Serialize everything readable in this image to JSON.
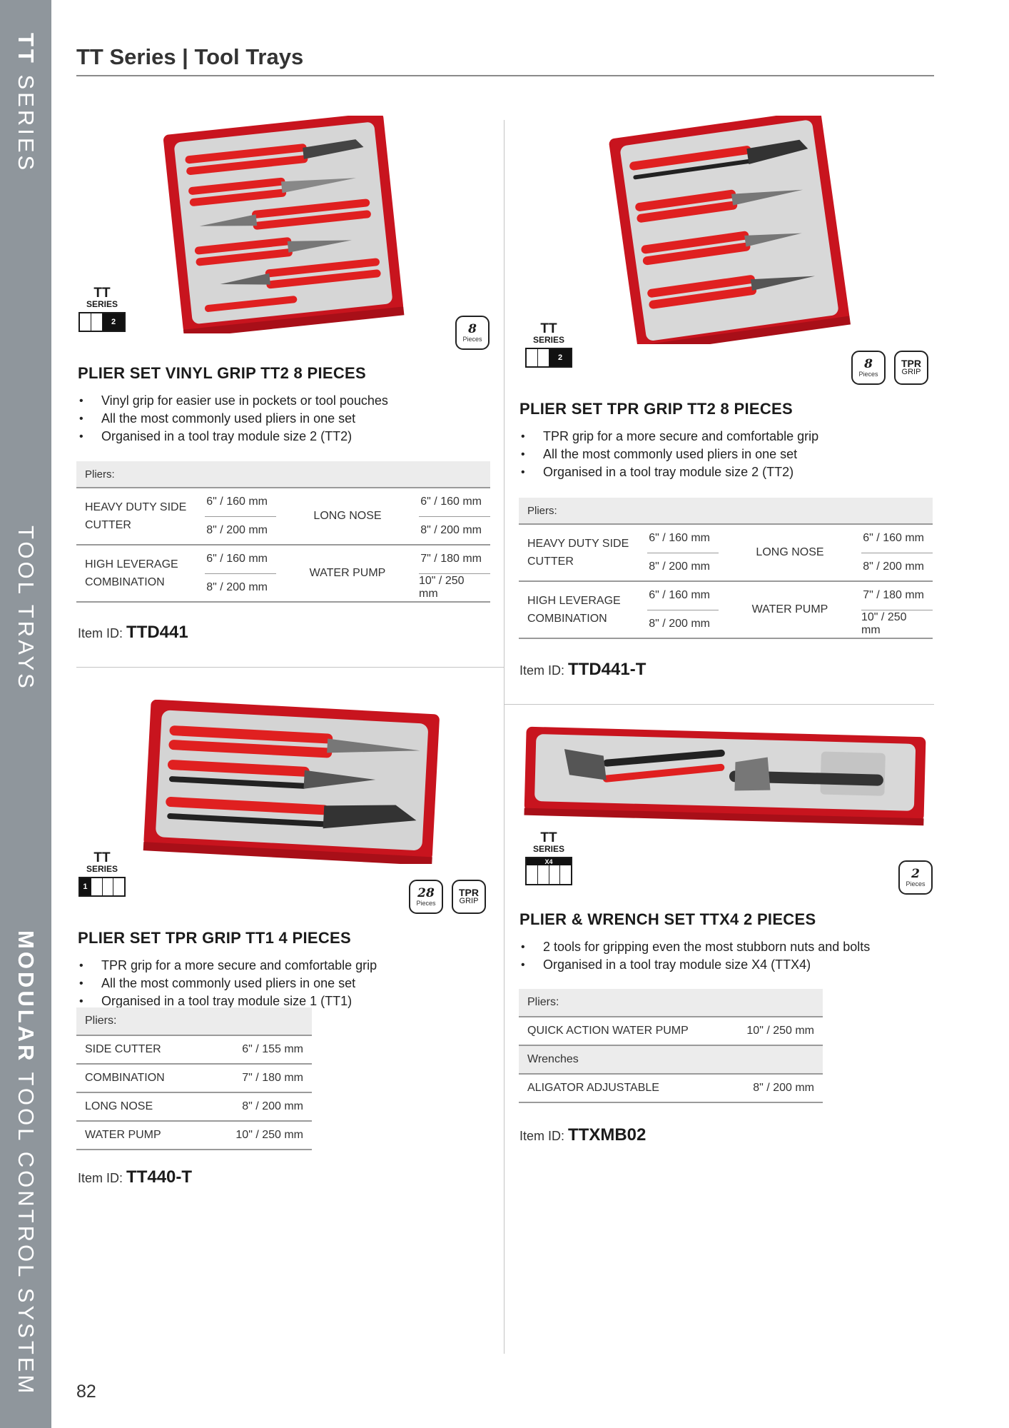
{
  "sideband": {
    "segments": [
      {
        "bold": "TT",
        "regular": " SERIES"
      },
      {
        "bold": "",
        "regular": "TOOL TRAYS"
      },
      {
        "bold": "MODULAR",
        "regular": " TOOL CONTROL SYSTEM"
      }
    ]
  },
  "page": {
    "title": "TT Series | Tool Trays",
    "number": "82"
  },
  "products": [
    {
      "badge": {
        "tt": "TT",
        "series": "SERIES",
        "size": "2"
      },
      "pieces": {
        "num": "8",
        "label": "Pieces"
      },
      "title": "PLIER SET VINYL GRIP TT2 8 PIECES",
      "bullets": [
        "Vinyl grip for easier use in pockets or tool pouches",
        "All the most commonly used pliers in one set",
        "Organised in a tool tray module size 2 (TT2)"
      ],
      "table": {
        "heading": "Pliers:",
        "groups": [
          {
            "left": "HEAVY DUTY SIDE CUTTER",
            "left_sizes": [
              "6\" / 160 mm",
              "8\" / 200 mm"
            ],
            "right": "LONG NOSE",
            "right_sizes": [
              "6\" / 160 mm",
              "8\" / 200 mm"
            ]
          },
          {
            "left": "HIGH LEVERAGE COMBINATION",
            "left_sizes": [
              "6\" / 160 mm",
              "8\" / 200 mm"
            ],
            "right": "WATER PUMP",
            "right_sizes": [
              "7\" / 180 mm",
              "10\" / 250 mm"
            ]
          }
        ]
      },
      "item_label": "Item ID:",
      "item_id": "TTD441"
    },
    {
      "badge": {
        "tt": "TT",
        "series": "SERIES",
        "size": "2"
      },
      "pieces": {
        "num": "8",
        "label": "Pieces"
      },
      "tpr": {
        "t1": "TPR",
        "t2": "GRIP"
      },
      "title": "PLIER SET TPR GRIP TT2 8 PIECES",
      "bullets": [
        "TPR grip for a more secure and comfortable grip",
        "All the most commonly used pliers in one set",
        "Organised in a tool tray module size 2 (TT2)"
      ],
      "table": {
        "heading": "Pliers:",
        "groups": [
          {
            "left": "HEAVY DUTY SIDE CUTTER",
            "left_sizes": [
              "6\" / 160 mm",
              "8\" / 200 mm"
            ],
            "right": "LONG NOSE",
            "right_sizes": [
              "6\" / 160 mm",
              "8\" / 200 mm"
            ]
          },
          {
            "left": "HIGH LEVERAGE COMBINATION",
            "left_sizes": [
              "6\" / 160 mm",
              "8\" / 200 mm"
            ],
            "right": "WATER PUMP",
            "right_sizes": [
              "7\" / 180 mm",
              "10\" / 250 mm"
            ]
          }
        ]
      },
      "item_label": "Item ID:",
      "item_id": "TTD441-T"
    },
    {
      "badge": {
        "tt": "TT",
        "series": "SERIES",
        "size": "1"
      },
      "pieces": {
        "num": "28",
        "label": "Pieces"
      },
      "tpr": {
        "t1": "TPR",
        "t2": "GRIP"
      },
      "title": "PLIER SET TPR GRIP TT1 4 PIECES",
      "bullets": [
        "TPR grip for a more secure and comfortable grip",
        "All the most commonly used pliers in one set",
        "Organised in a tool tray module size 1 (TT1)"
      ],
      "list": {
        "heading": "Pliers:",
        "rows": [
          {
            "name": "SIDE CUTTER",
            "size": "6\" / 155 mm"
          },
          {
            "name": "COMBINATION",
            "size": "7\" / 180 mm"
          },
          {
            "name": "LONG NOSE",
            "size": "8\" / 200 mm"
          },
          {
            "name": "WATER PUMP",
            "size": "10\" / 250 mm"
          }
        ]
      },
      "item_label": "Item ID:",
      "item_id": "TT440-T"
    },
    {
      "badge": {
        "tt": "TT",
        "series": "SERIES",
        "size": "X4"
      },
      "pieces": {
        "num": "2",
        "label": "Pieces"
      },
      "title": "PLIER & WRENCH SET TTX4 2 PIECES",
      "bullets": [
        "2 tools for gripping even the most stubborn nuts and bolts",
        "Organised in a tool tray module size X4 (TTX4)"
      ],
      "list": {
        "heading": "Pliers:",
        "rows": [
          {
            "name": "QUICK ACTION WATER PUMP",
            "size": "10\" / 250 mm"
          }
        ],
        "heading2": "Wrenches",
        "rows2": [
          {
            "name": "ALIGATOR ADJUSTABLE",
            "size": "8\" / 200 mm"
          }
        ]
      },
      "item_label": "Item ID:",
      "item_id": "TTXMB02"
    }
  ],
  "colors": {
    "tray_red": "#c8141e",
    "handle_red": "#e02020",
    "insert_grey": "#d8d8d8",
    "sideband": "#8f969c"
  }
}
